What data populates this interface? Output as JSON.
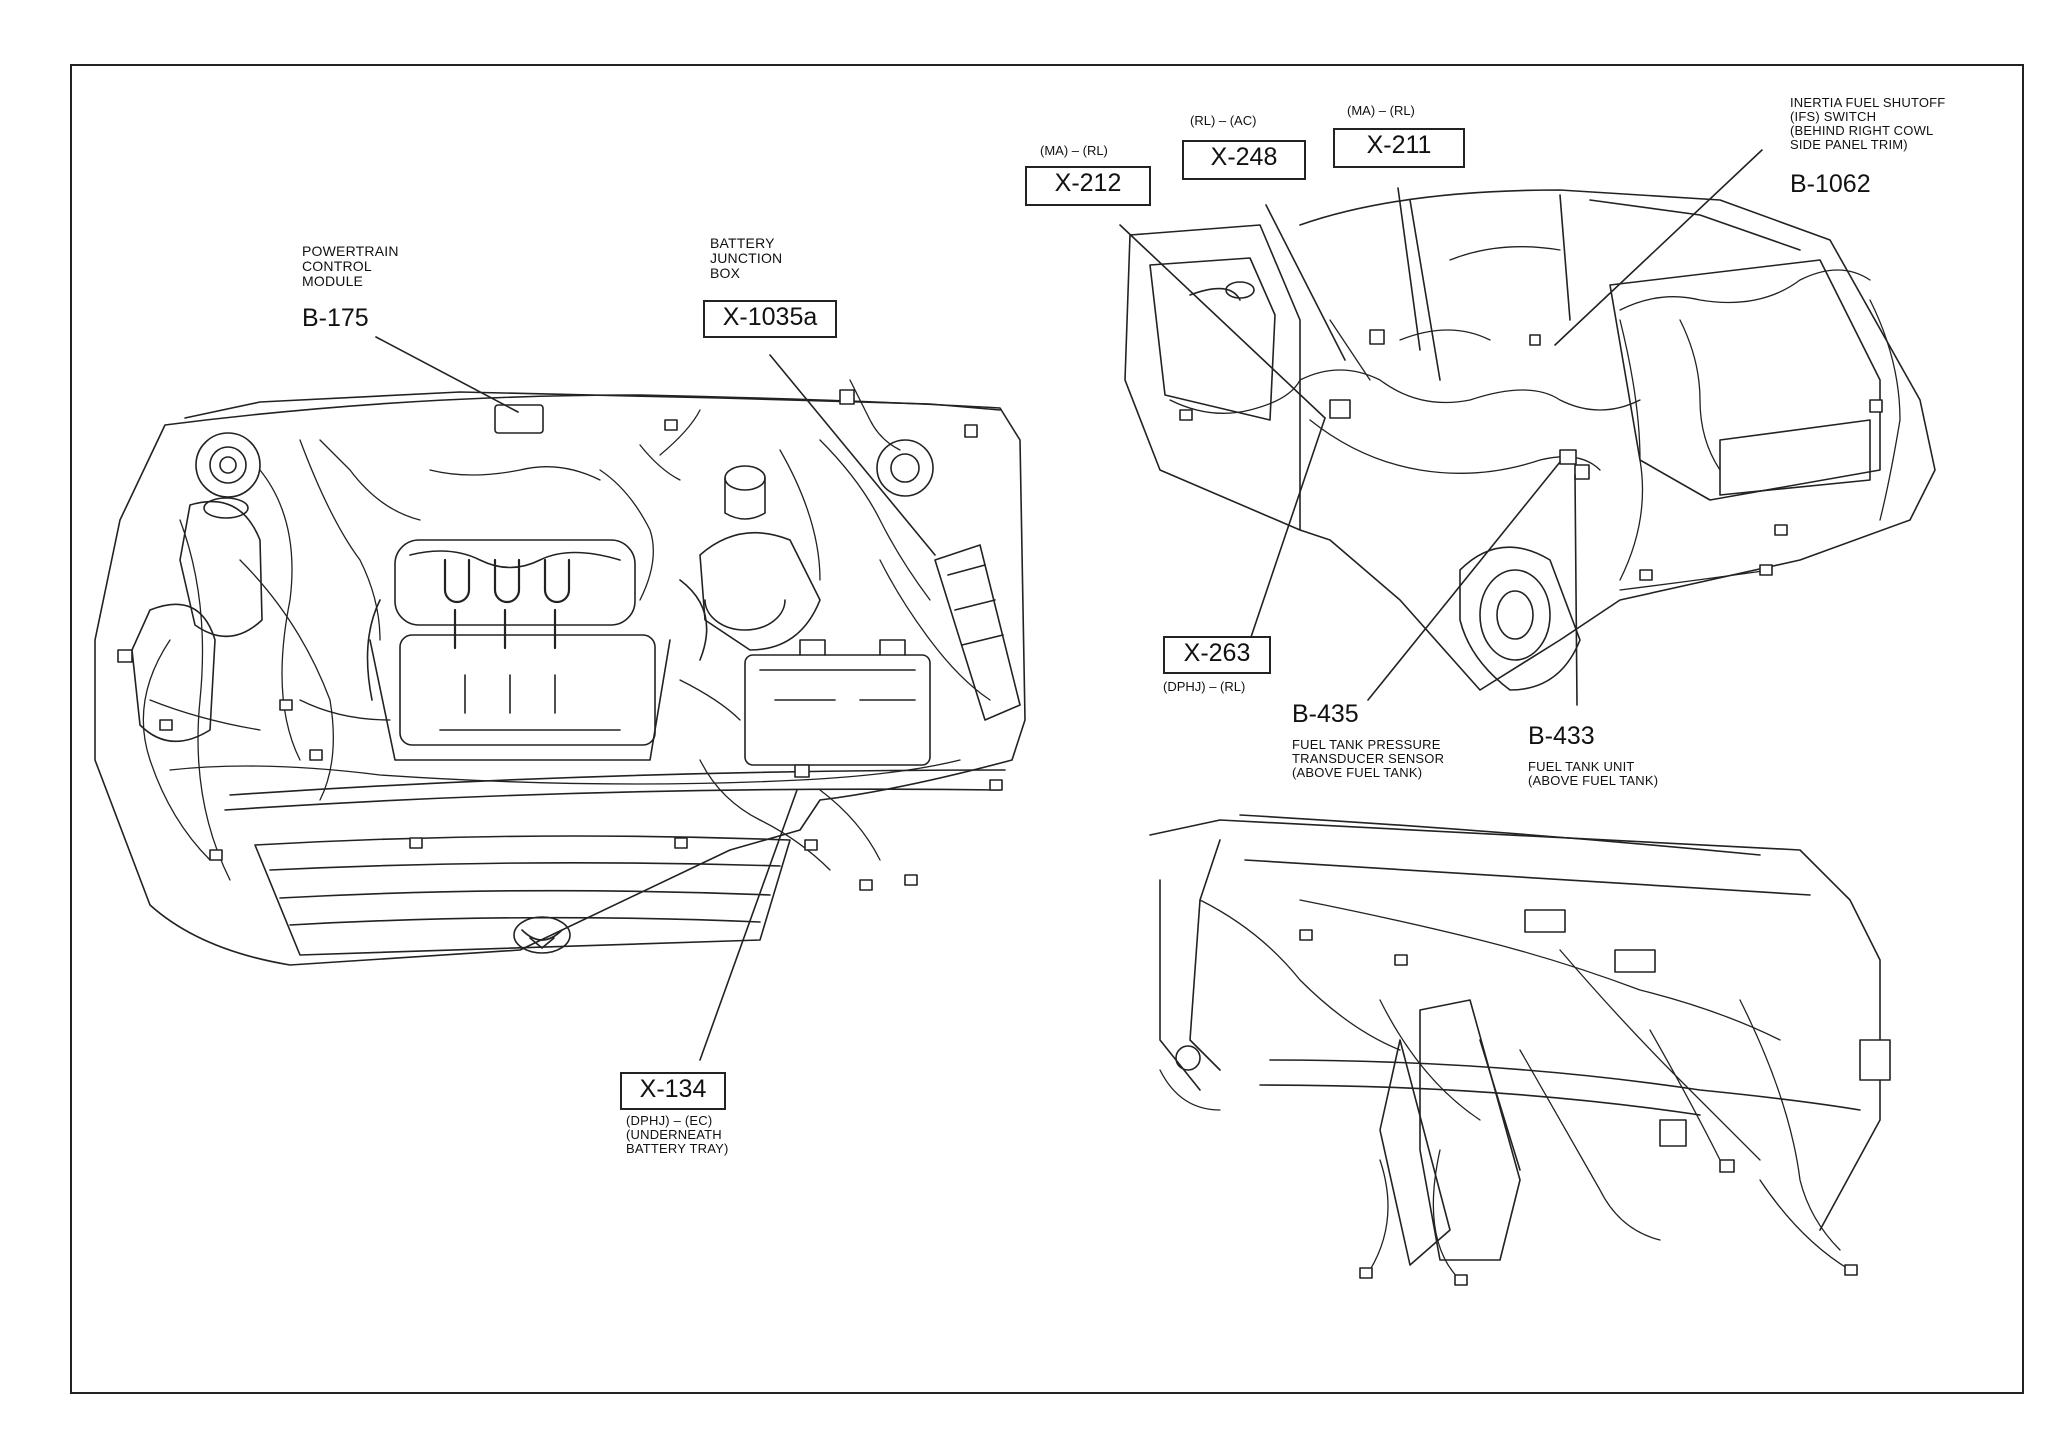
{
  "engine_bay": {
    "pcm": {
      "description": "POWERTRAIN\nCONTROL\nMODULE",
      "code": "B-175"
    },
    "bjb": {
      "description": "BATTERY\nJUNCTION\nBOX",
      "code": "X-1035a"
    },
    "x134": {
      "code": "X-134",
      "note": "(DPHJ) – (EC)\n(UNDERNEATH\nBATTERY TRAY)"
    }
  },
  "rear_cabin": {
    "x212": {
      "code": "X-212",
      "harness": "(MA) – (RL)"
    },
    "x248": {
      "code": "X-248",
      "harness": "(RL) – (AC)"
    },
    "x211": {
      "code": "X-211",
      "harness": "(MA) – (RL)"
    },
    "ifs": {
      "description": "INERTIA FUEL SHUTOFF\n(IFS) SWITCH\n(BEHIND RIGHT COWL\nSIDE PANEL TRIM)",
      "code": "B-1062"
    },
    "x263": {
      "code": "X-263",
      "harness": "(DPHJ) – (RL)"
    },
    "b435": {
      "code": "B-435",
      "description": "FUEL TANK PRESSURE\nTRANSDUCER SENSOR\n(ABOVE FUEL TANK)"
    },
    "b433": {
      "code": "B-433",
      "description": "FUEL TANK UNIT\n(ABOVE FUEL TANK)"
    }
  }
}
